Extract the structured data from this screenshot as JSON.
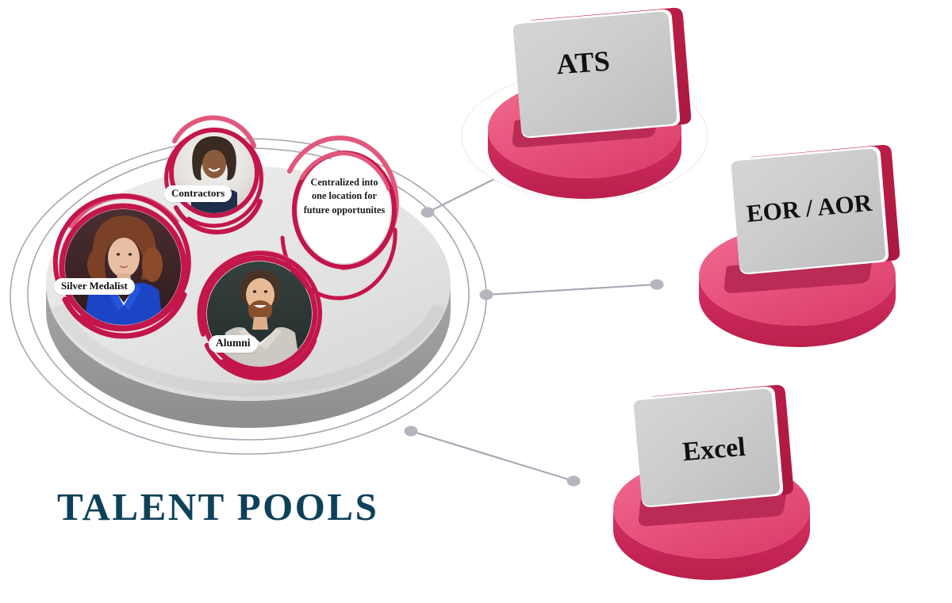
{
  "diagram": {
    "title": "TALENT POOLS",
    "title_color": "#0e4159",
    "background_color": "#ffffff"
  },
  "hub": {
    "name": "talent-pool-platform",
    "platform_color": "#e3e3e3",
    "platform_edge_color": "#9a9a9a",
    "orbit_ring_color": "#a8a5b3",
    "bubble": {
      "label": "Centralized into one location for future opportunites",
      "line1": "Centralized into",
      "line2": "one location for",
      "line3": "future opportunites",
      "ring_color": "#c3164b"
    },
    "pools": [
      {
        "label": "Contractors",
        "icon": "person-avatar-contractor",
        "ring_color": "#c3164b"
      },
      {
        "label": "Silver Medalist",
        "icon": "person-avatar-silver-medalist",
        "ring_color": "#c3164b"
      },
      {
        "label": "Alumni",
        "icon": "person-avatar-alumni",
        "ring_color": "#c3164b"
      }
    ]
  },
  "destinations": [
    {
      "label": "ATS",
      "name": "destination-ats",
      "card_color": "#cccccc",
      "base_color": "#e8537e",
      "base_rim_color": "#c9234f"
    },
    {
      "label": "EOR / AOR",
      "name": "destination-eor-aor",
      "card_color": "#cccccc",
      "base_color": "#e8537e",
      "base_rim_color": "#c9234f"
    },
    {
      "label": "Excel",
      "name": "destination-excel",
      "card_color": "#cccccc",
      "base_color": "#e8537e",
      "base_rim_color": "#c9234f"
    }
  ],
  "connectors": [
    {
      "name": "connector-hub-to-ats",
      "from": "hub",
      "to": "ATS",
      "color": "#a8a5b3"
    },
    {
      "name": "connector-hub-to-eor-aor",
      "from": "hub",
      "to": "EOR / AOR",
      "color": "#a8a5b3"
    },
    {
      "name": "connector-hub-to-excel",
      "from": "hub",
      "to": "Excel",
      "color": "#a8a5b3"
    }
  ]
}
